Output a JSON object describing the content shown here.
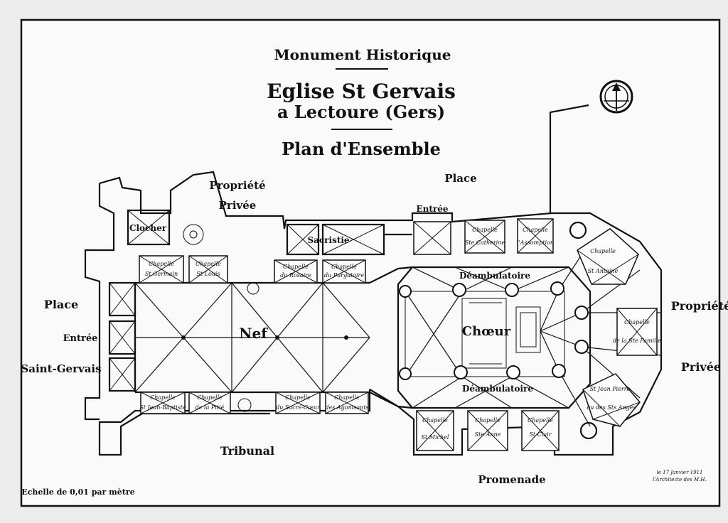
{
  "header": {
    "line1": "Monument Historique",
    "line2": "Eglise St Gervais",
    "line3": "a Lectoure (Gers)",
    "line4": "Plan d'Ensemble"
  },
  "surroundings": {
    "place_top": "Place",
    "entree_top": "Entrée",
    "propriete_privee_top_1": "Propriété",
    "propriete_privee_top_2": "Privée",
    "place_left": "Place",
    "entree_left": "Entrée",
    "saint_gervais_left": "Saint-Gervais",
    "propriete_right": "Propriété",
    "privee_right": "Privée",
    "tribunal": "Tribunal",
    "promenade": "Promenade"
  },
  "rooms": {
    "clocher": "Clocher",
    "sacristie": "Sacristie",
    "nef": "Nef",
    "choeur": "Chœur",
    "deambulatoire_top": "Déambulatoire",
    "deambulatoire_bottom": "Déambulatoire"
  },
  "chapels": {
    "c1_a": "Chapelle",
    "c1_b": "St Germain",
    "c2_a": "Chapelle",
    "c2_b": "St Louis",
    "c3_a": "Chapelle",
    "c3_b": "du Rosaire",
    "c4_a": "Chapelle",
    "c4_b": "du Purgatoire",
    "c5_a": "Chapelle",
    "c5_b": "Ste Catherine",
    "c6_a": "Chapelle",
    "c6_b": "l'Assomption",
    "c7_a": "Chapelle",
    "c7_b": "St Antoine",
    "c8_a": "Chapelle",
    "c8_b": "de la Ste Famille",
    "c9_a": "Chapelle",
    "c9_b": "St Jean-Baptiste",
    "c10_a": "Chapelle",
    "c10_b": "de la Pitié",
    "c11_a": "Chapelle",
    "c11_b": "du Sacré-Cœur",
    "c12_a": "Chapelle",
    "c12_b": "des Agonisants",
    "c13_a": "Chapelle",
    "c13_b": "St Michel",
    "c14_a": "Chapelle",
    "c14_b": "Ste Anne",
    "c15_a": "Chapelle",
    "c15_b": "St Clair",
    "c16_a": "St Jean Pierre",
    "c16_b": "ou des Sts Anges"
  },
  "footer": {
    "scale": "Echelle de 0,01 par mètre",
    "signature_1": "le 17 Janvier 1911",
    "signature_2": "l'Architecte des M.H."
  }
}
